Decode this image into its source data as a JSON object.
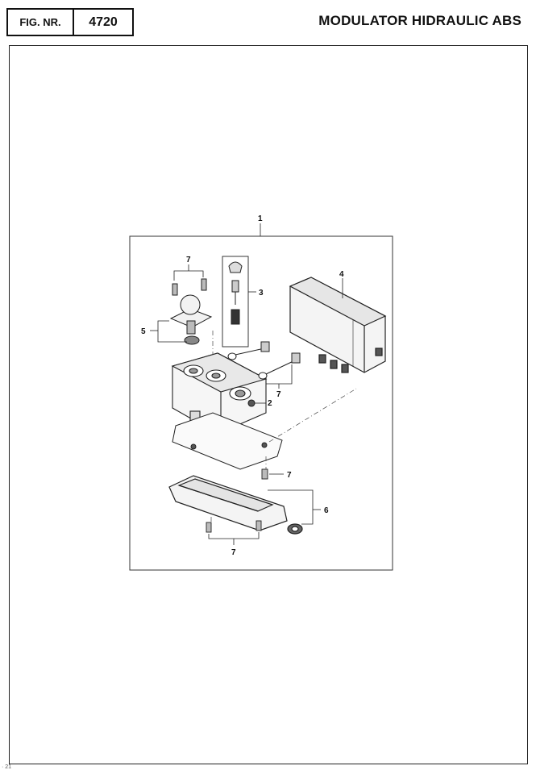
{
  "header": {
    "fig_label": "FIG. NR.",
    "fig_number": "4720",
    "title": "MODULATOR HIDRAULIC ABS"
  },
  "callouts": {
    "c1": "1",
    "c2": "2",
    "c3": "3",
    "c4": "4",
    "c5": "5",
    "c6": "6",
    "c7_top": "7",
    "c7_mid": "7",
    "c7_right": "7",
    "c7_bottom": "7"
  },
  "footer": {
    "corner_mark": "· 21"
  }
}
